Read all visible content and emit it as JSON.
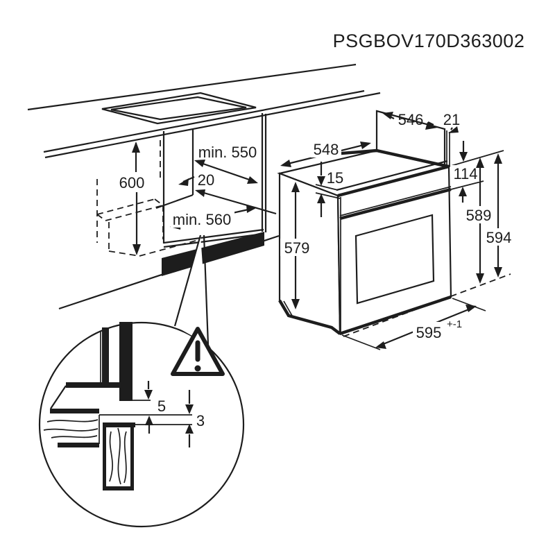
{
  "title": "PSGBOV170D363002",
  "colors": {
    "line": "#1d1d1d",
    "background": "#ffffff"
  },
  "cabinet": {
    "height": "600",
    "niche_depth": "min. 550",
    "rear_gap": "20",
    "niche_width": "min. 560"
  },
  "oven": {
    "depth": "546",
    "overhang": "21",
    "top_width": "548",
    "top_clearance": "15",
    "control_panel_height": "114",
    "frame_height": "589",
    "overall_height": "594",
    "body_height": "579",
    "front_width": "595",
    "front_width_tolerance": "+-1"
  },
  "detail": {
    "gap_top": "5",
    "gap_bottom": "3"
  }
}
